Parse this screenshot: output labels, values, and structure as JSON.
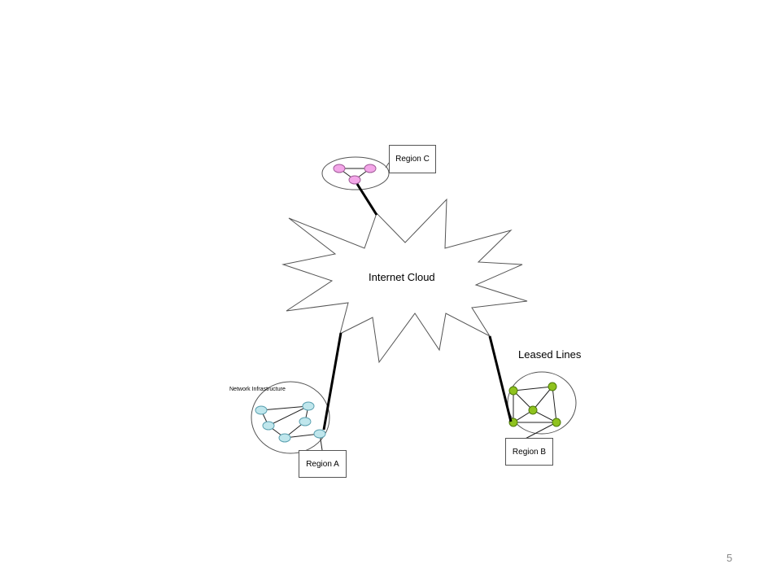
{
  "diagram": {
    "cloud_label": "Internet Cloud",
    "leased_lines_label": "Leased Lines",
    "network_infrastructure_label": "Network Infrastructure",
    "regions": {
      "a": {
        "label": "Region A",
        "node_color": "#bfe6ec"
      },
      "b": {
        "label": "Region B",
        "node_color": "#8fc21e"
      },
      "c": {
        "label": "Region C",
        "node_color": "#f3a6e8"
      }
    }
  },
  "page_number": "5"
}
